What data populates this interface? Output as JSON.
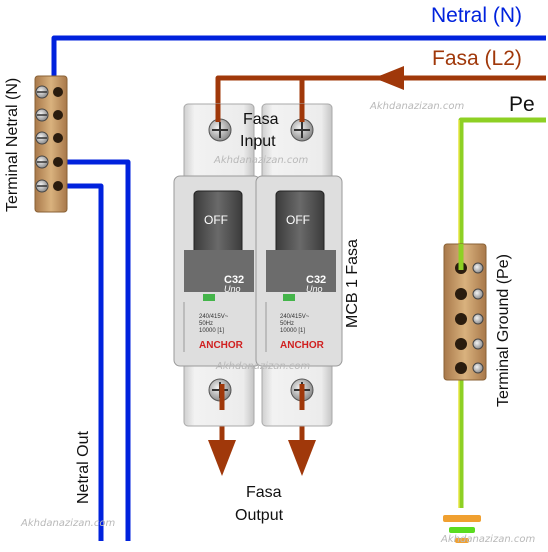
{
  "labels": {
    "neutral": "Netral (N)",
    "phase": "Fasa (L2)",
    "pe": "Pe",
    "terminal_neutral": "Terminal Netral (N)",
    "phase_input_1": "Fasa",
    "phase_input_2": "Input",
    "mcb_title": "MCB 1 Fasa",
    "terminal_ground": "Terminal Ground (Pe)",
    "neutral_out": "Netral Out",
    "phase_output_1": "Fasa",
    "phase_output_2": "Output"
  },
  "watermarks": [
    "Akhdanazizan.com",
    "Akhdanazizan.com",
    "Akhdanazizan.com",
    "Akhdanazizan.com",
    "Akhdanazizan.com"
  ],
  "mcb": {
    "switch_text": "OFF",
    "rating": "C32",
    "series": "Uno",
    "spec_1": "240/415V~",
    "spec_2": "50Hz",
    "code": "10000 [1]",
    "brand": "ANCHOR"
  },
  "colors": {
    "neutral_wire": "#0022dd",
    "phase_wire": "#a0380a",
    "ground_wire": "#8ed024",
    "brass": "#c9a069",
    "mcb_body": "#e7e7e7",
    "brand_red": "#d02020"
  }
}
